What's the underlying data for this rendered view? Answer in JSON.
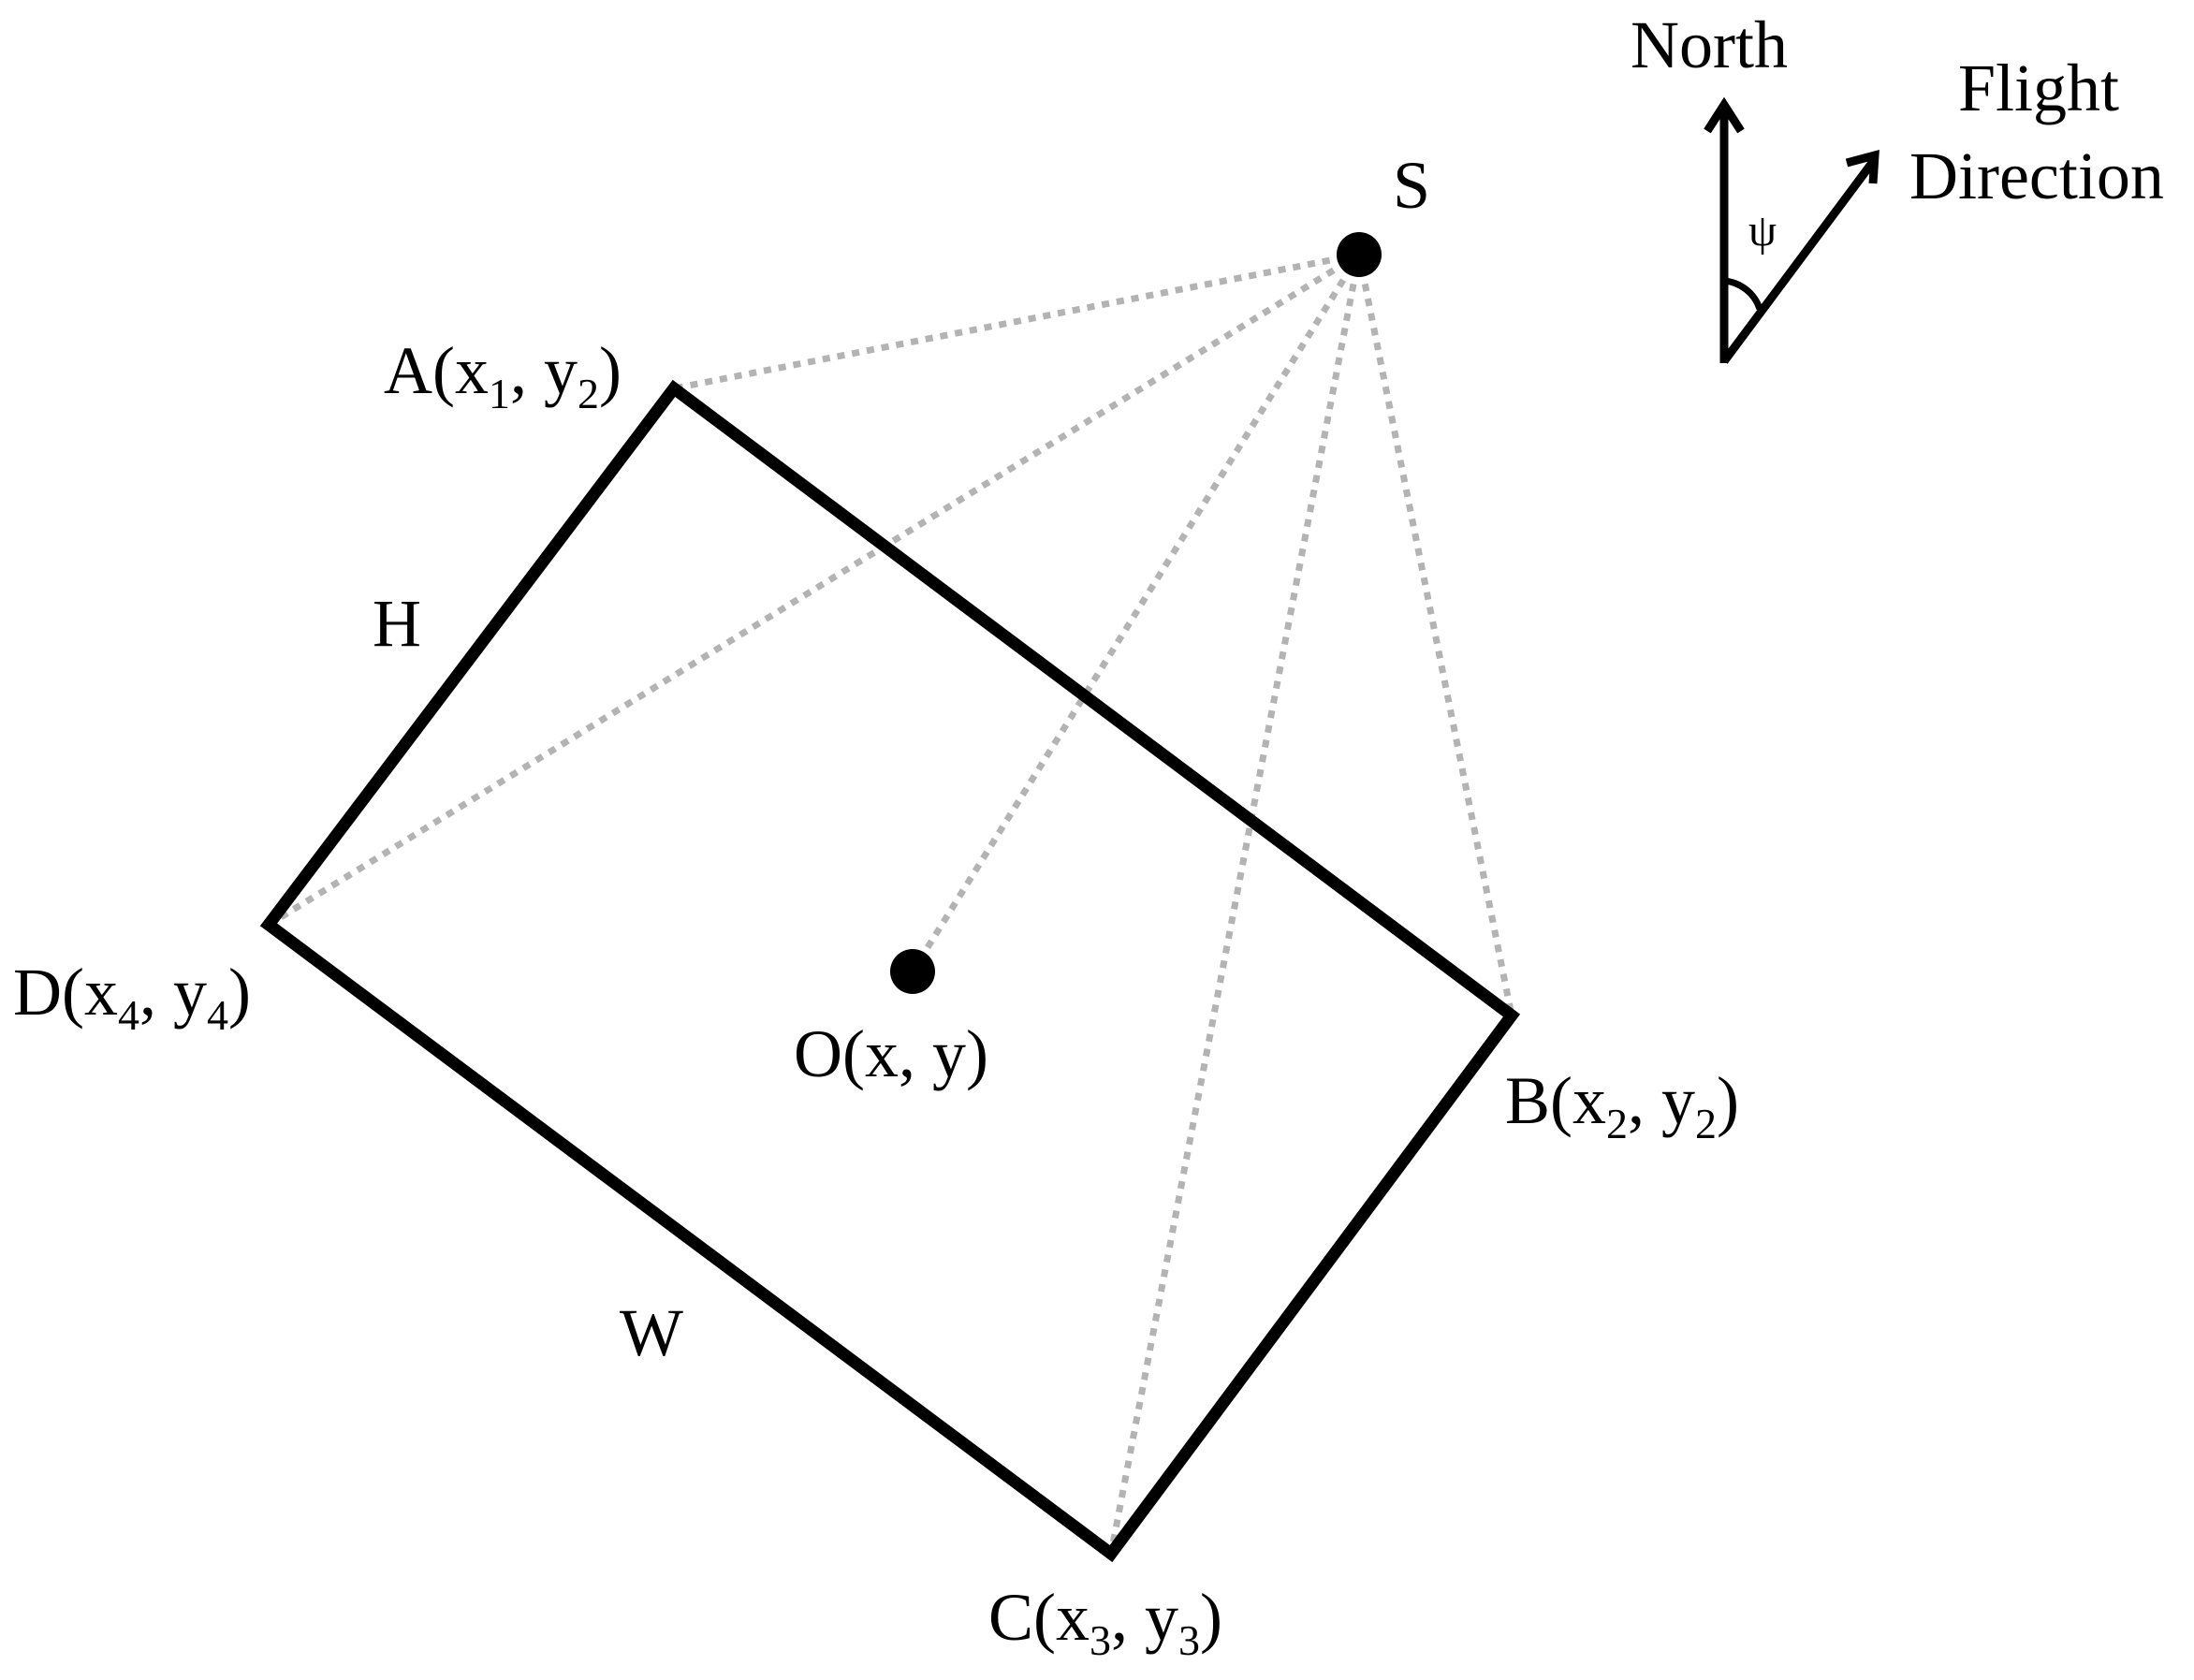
{
  "labels": {
    "north": "North",
    "flight_line1": "Flight",
    "flight_line2": "Direction",
    "psi": "ψ",
    "S": "S",
    "H": "H",
    "W": "W",
    "A": {
      "letter": "A(x",
      "sub1": "1",
      "mid": ", y",
      "sub2": "2",
      "end": ")"
    },
    "B": {
      "letter": "B(x",
      "sub1": "2",
      "mid": ", y",
      "sub2": "2",
      "end": ")"
    },
    "C": {
      "letter": "C(x",
      "sub1": "3",
      "mid": ", y",
      "sub2": "3",
      "end": ")"
    },
    "D": {
      "letter": "D(x",
      "sub1": "4",
      "mid": ", y",
      "sub2": "4",
      "end": ")"
    },
    "O": "O(x, y)"
  },
  "colors": {
    "outline": "#000000",
    "rays": "#b3b3b3",
    "background": "#ffffff"
  }
}
